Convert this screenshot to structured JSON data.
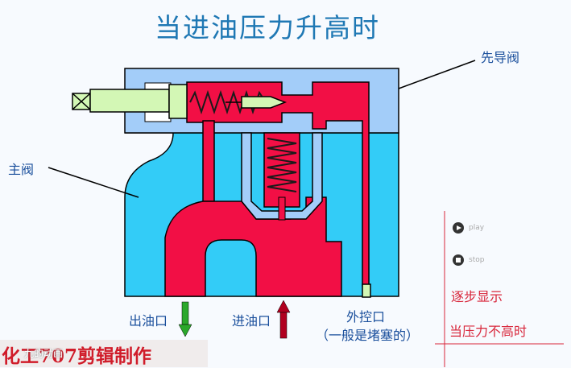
{
  "title": "当进油压力升高时",
  "labels": {
    "pilot_valve": "先导阀",
    "main_valve": "主阀",
    "oil_out": "出油口",
    "oil_in": "进油口",
    "external_port": "外控口",
    "external_port_note": "（一般是堵塞的）"
  },
  "controls": {
    "play": "play",
    "stop": "stop",
    "step_show": "逐步显示",
    "pressure_not_high": "当压力不高时"
  },
  "watermark": {
    "text": "化工707剪辑制作",
    "logo_text": "九的动画"
  },
  "colors": {
    "body_blue": "#33ccf7",
    "pilot_blue": "#a3cdf9",
    "oil_red": "#f20f45",
    "spring_dark": "#1a1a1a",
    "handle_green": "#d3f7b5",
    "arrow_green": "#2ba82b",
    "arrow_red": "#b0001f"
  }
}
